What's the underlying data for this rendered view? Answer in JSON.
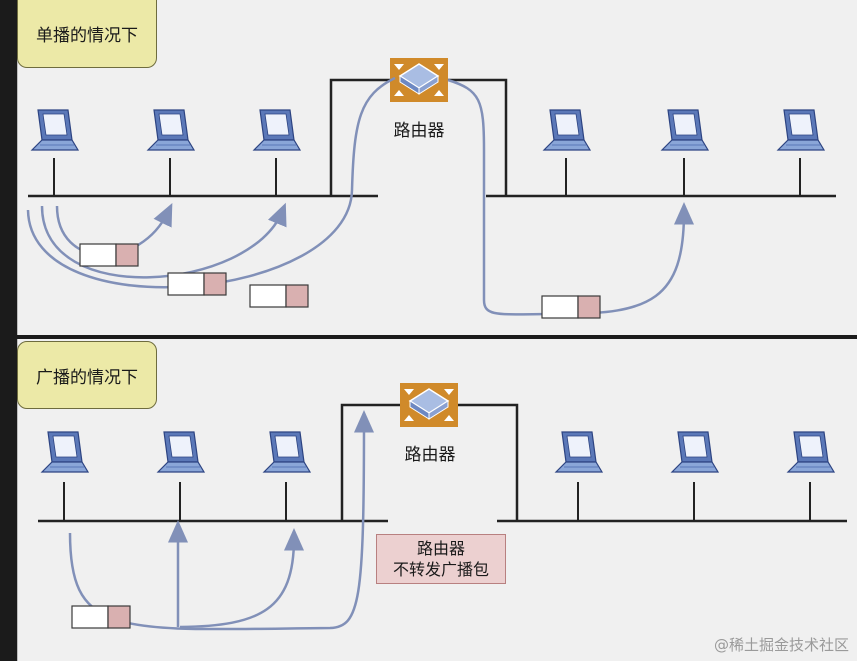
{
  "unicast": {
    "title": "单播的情况下",
    "router_label": "路由器"
  },
  "broadcast": {
    "title": "广播的情况下",
    "router_label": "路由器",
    "note_line1": "路由器",
    "note_line2": "不转发广播包"
  },
  "watermark": "@稀土掘金技术社区",
  "colors": {
    "panel_bg": "#f0f0f0",
    "label_bg": "#ece9a7",
    "router_orange": "#d08a2a",
    "arrow_blue": "#8190b8",
    "packet_pink": "#d9b0b0",
    "note_bg": "#ecd0d0"
  },
  "icons": [
    "laptop-icon",
    "router-icon",
    "packet-icon"
  ]
}
